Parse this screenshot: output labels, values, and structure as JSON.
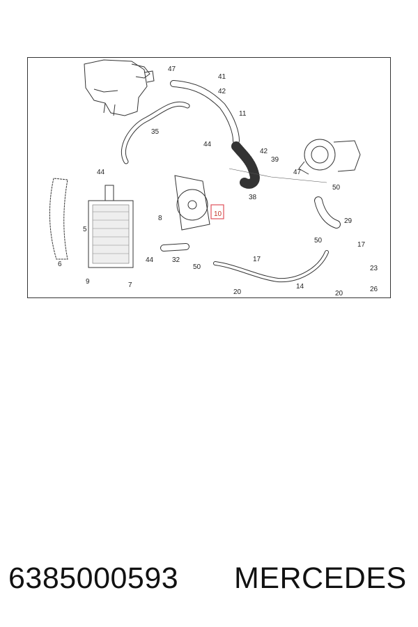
{
  "diagram": {
    "callouts": [
      "47",
      "41",
      "42",
      "11",
      "35",
      "44",
      "42",
      "39",
      "47",
      "50",
      "44",
      "8",
      "10",
      "38",
      "29",
      "5",
      "6",
      "44",
      "32",
      "50",
      "17",
      "50",
      "17",
      "23",
      "9",
      "7",
      "14",
      "20",
      "20",
      "26"
    ],
    "highlight_color": "#e0505a"
  },
  "footer": {
    "part_number": "6385000593",
    "brand": "MERCEDES"
  }
}
